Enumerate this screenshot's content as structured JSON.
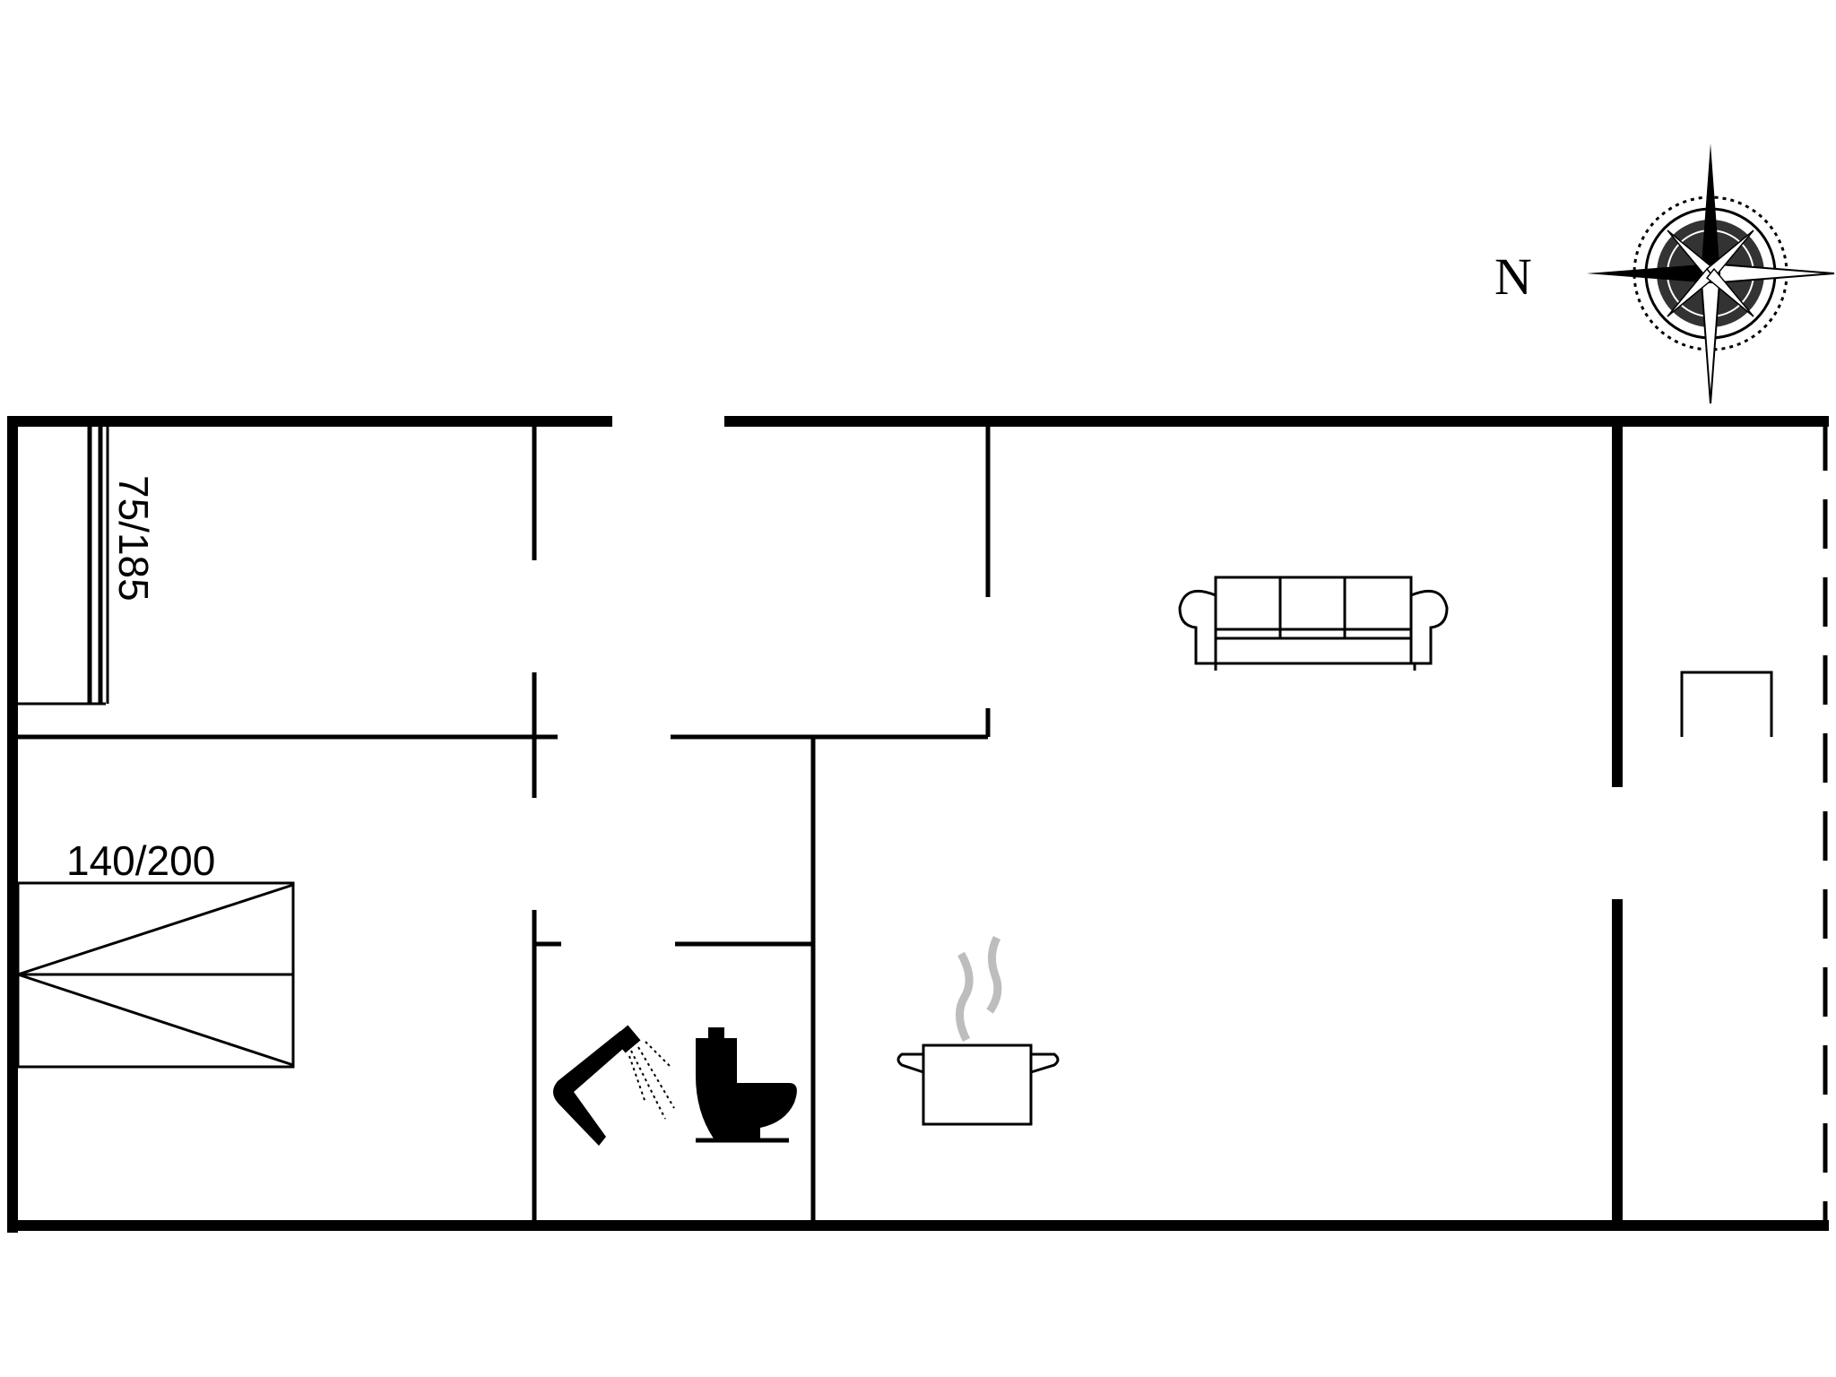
{
  "compass": {
    "north_label": "N",
    "icon": "compass-rose-icon"
  },
  "beds": [
    {
      "size": "75/185"
    },
    {
      "size": "140/200"
    }
  ],
  "fixtures": [
    "shower-icon",
    "toilet-icon",
    "sofa-icon",
    "cooking-pot-icon",
    "table-icon"
  ],
  "colors": {
    "line": "#000000",
    "steam": "#bdbdbd",
    "background": "#ffffff"
  }
}
